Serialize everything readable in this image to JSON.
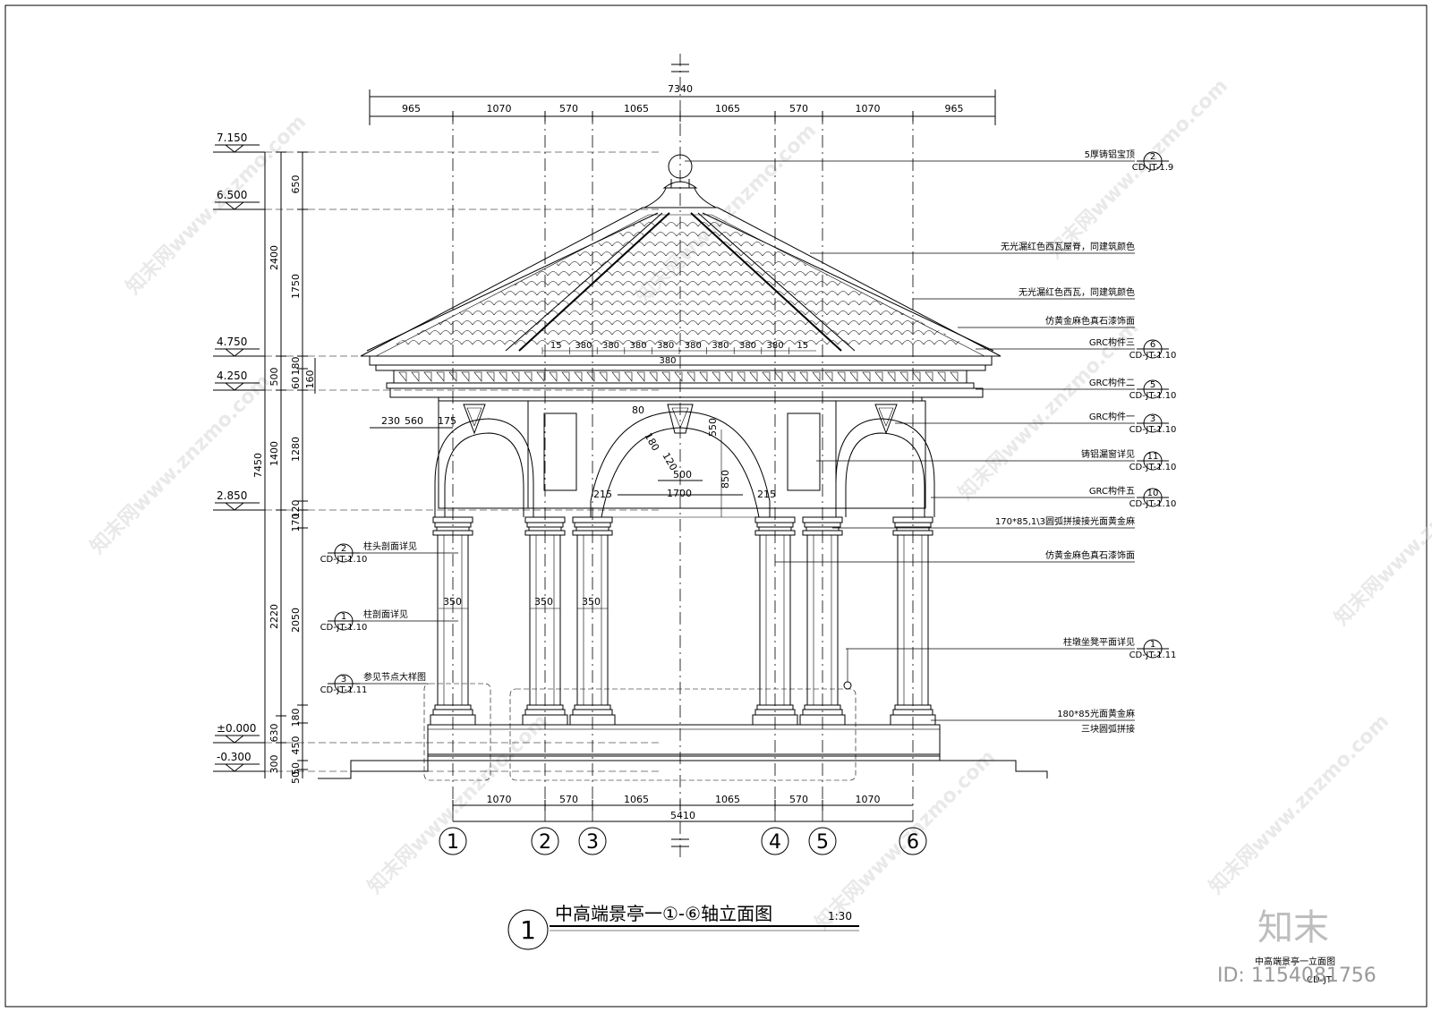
{
  "drawing": {
    "title_number": "1",
    "title": "中高端景亭一①-⑥轴立面图",
    "scale": "1:30",
    "overall_width": "7340",
    "top_dims": [
      "965",
      "1070",
      "570",
      "1065",
      "1065",
      "570",
      "1070",
      "965"
    ],
    "bottom_overall": "5410",
    "bottom_dims": [
      "1070",
      "570",
      "1065",
      "1065",
      "570",
      "1070"
    ],
    "axes": [
      "1",
      "2",
      "3",
      "4",
      "5",
      "6"
    ],
    "levels": [
      {
        "value": "7.150"
      },
      {
        "value": "6.500"
      },
      {
        "value": "4.750"
      },
      {
        "value": "4.250"
      },
      {
        "value": "2.850"
      },
      {
        "value": "±0.000"
      },
      {
        "value": "-0.300"
      }
    ],
    "left_dims_outer": [
      "7450"
    ],
    "left_dims_mid": [
      "2400",
      "500",
      "1400",
      "2220",
      "630",
      "300"
    ],
    "left_dims_inner": [
      "650",
      "1750",
      "180",
      "60",
      "1280",
      "120",
      "170",
      "2050",
      "180",
      "450",
      "50",
      "50"
    ],
    "left_dims_inner2": [
      "160"
    ],
    "column_widths": [
      "350",
      "350",
      "350"
    ],
    "cornice_dims": [
      "15",
      "380",
      "380",
      "380",
      "380",
      "380",
      "380",
      "380",
      "380",
      "15"
    ],
    "cornice_center": "380",
    "arch_dims": {
      "a": "230",
      "b": "560",
      "c": "175",
      "d": "80",
      "e": "550",
      "f": "180",
      "g": "120",
      "h": "500",
      "i": "1700",
      "j": "850",
      "k": "215",
      "l": "215"
    },
    "right_notes": [
      {
        "text": "5厚铸铝宝顶",
        "ref_top": "2",
        "ref_bot": "CD-JT-1.9"
      },
      {
        "text": "无光漏红色西瓦屋脊，同建筑颜色",
        "ref_top": "",
        "ref_bot": ""
      },
      {
        "text": "无光漏红色西瓦，同建筑颜色",
        "ref_top": "",
        "ref_bot": ""
      },
      {
        "text": "仿黄金麻色真石漆饰面",
        "ref_top": "",
        "ref_bot": ""
      },
      {
        "text": "GRC构件三",
        "ref_top": "6",
        "ref_bot": "CD-JT-1.10"
      },
      {
        "text": "GRC构件二",
        "ref_top": "5",
        "ref_bot": "CD-JT-1.10"
      },
      {
        "text": "GRC构件一",
        "ref_top": "3",
        "ref_bot": "CD-JT-1.10"
      },
      {
        "text": "铸铝漏窗详见",
        "ref_top": "11",
        "ref_bot": "CD-JT-1.10"
      },
      {
        "text": "GRC构件五",
        "ref_top": "10",
        "ref_bot": "CD-JT-1.10"
      },
      {
        "text": "170*85,1\\3圆弧拼接接光面黄金麻",
        "ref_top": "",
        "ref_bot": ""
      },
      {
        "text": "仿黄金麻色真石漆饰面",
        "ref_top": "",
        "ref_bot": ""
      },
      {
        "text": "柱墩坐凳平面详见",
        "ref_top": "1",
        "ref_bot": "CD-JT-1.11"
      },
      {
        "text": "180*85光面黄金麻",
        "ref_top": "",
        "ref_bot": ""
      },
      {
        "text": "三块圆弧拼接",
        "ref_top": "",
        "ref_bot": ""
      }
    ],
    "left_notes": [
      {
        "text": "柱头剖面详见",
        "ref_top": "2",
        "ref_bot": "CD-JT-1.10"
      },
      {
        "text": "柱剖面详见",
        "ref_top": "1",
        "ref_bot": "CD-JT-1.10"
      },
      {
        "text": "参见节点大样图",
        "ref_top": "3",
        "ref_bot": "CD-JT-1.11"
      }
    ],
    "footer_small": "中高端景亭一立面图",
    "watermark_text": "知末网www.znzmo.com",
    "brand": "知末",
    "id_text": "ID: 1154081756"
  }
}
